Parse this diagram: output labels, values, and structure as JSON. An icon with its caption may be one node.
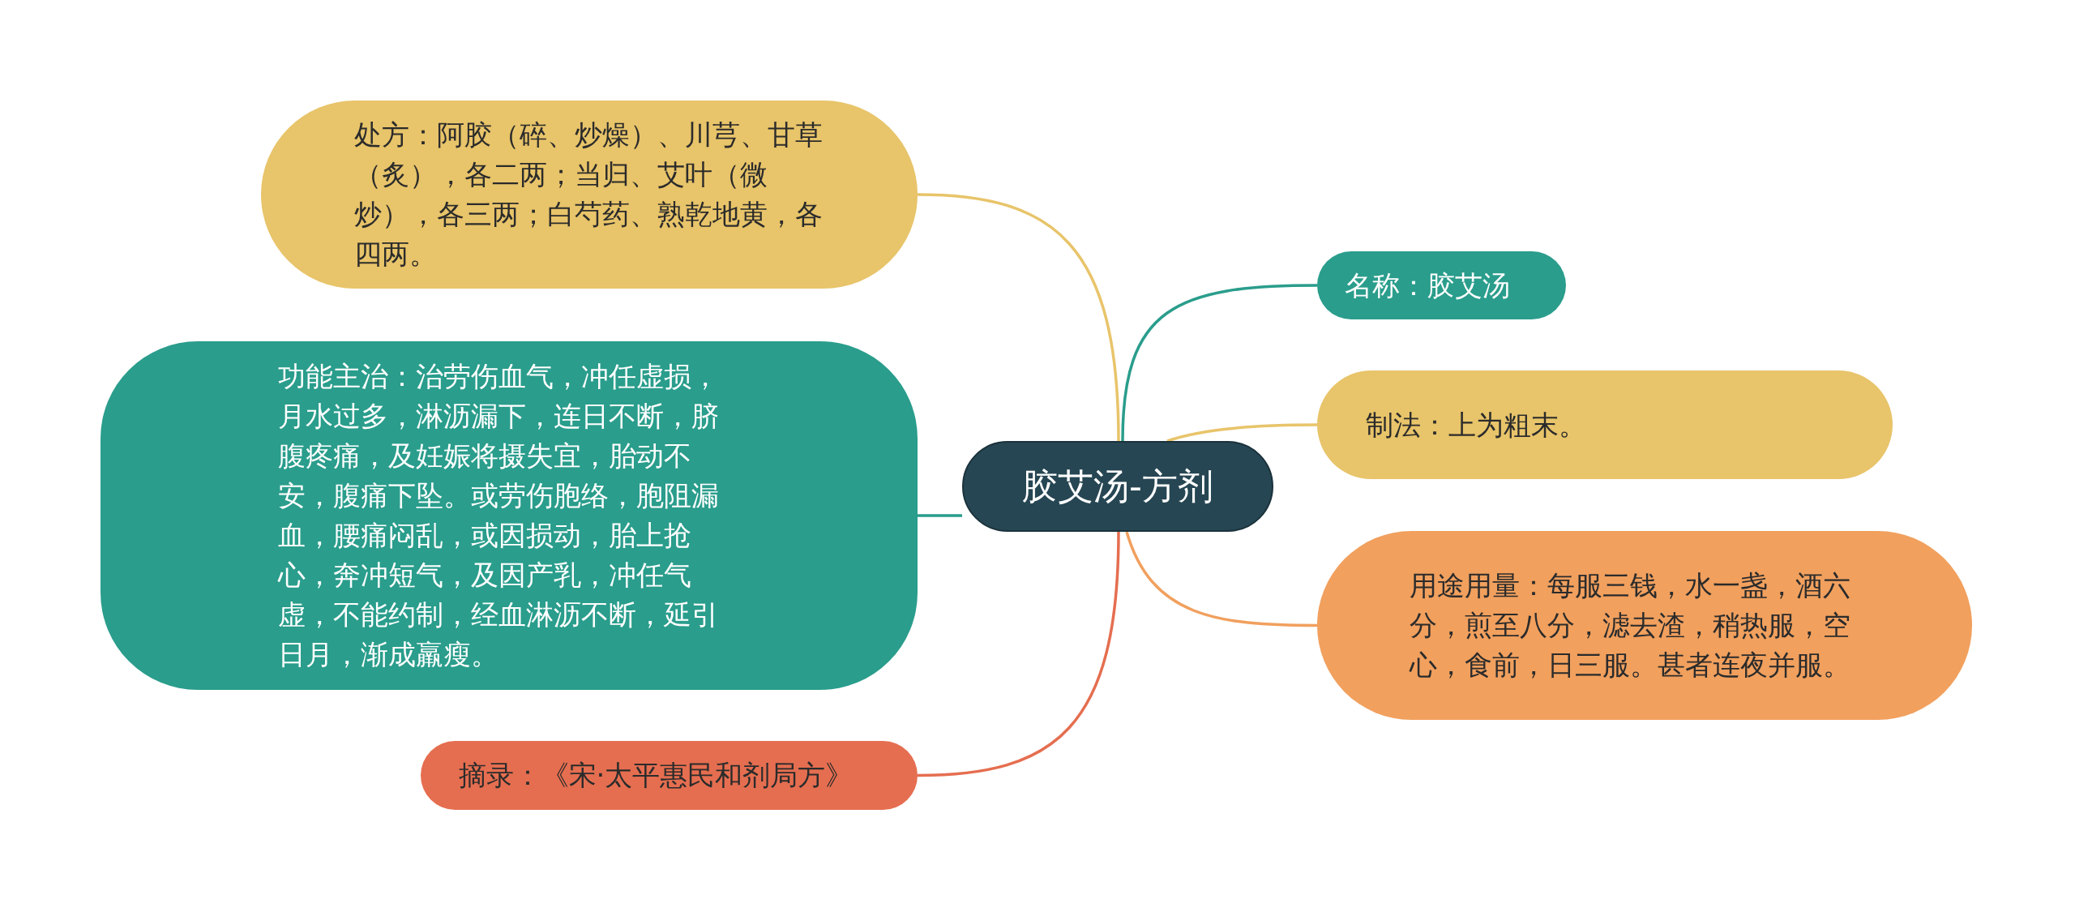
{
  "diagram": {
    "nodes": [
      {
        "text": [
          "胶艾汤-方剂"
        ]
      },
      {
        "text": [
          "处方：阿胶（碎、炒燥）、川芎、甘草（炙），各二两；当归、艾叶（微炒），各三两；白芍药、熟乾地黄，各四两。"
        ]
      },
      {
        "text": [
          "功能主治：治劳伤血气，冲任虚损，月水过多，淋沥漏下，连日不断，脐腹疼痛，及妊娠将摄失宜，胎动不安，腹痛下坠。或劳伤胞络，胞阻漏血，腰痛闷乱，或因损动，胎上抢心，奔冲短气，及因产乳，冲任气虚，不能约制，经血淋沥不断，延引日月，渐成羸瘦。"
        ]
      },
      {
        "text": [
          "摘录：《宋·太平惠民和剂局方》"
        ]
      },
      {
        "text": [
          "名称：胶艾汤"
        ]
      },
      {
        "text": [
          "制法：上为粗末。"
        ]
      },
      {
        "text": [
          "用途用量：每服三钱，水一盏，酒六分，煎至八分，滤去渣，稍热服，空心，食前，日三服。甚者连夜并服。"
        ]
      }
    ],
    "edges": [
      {
        "from": 0,
        "to": 1,
        "arrow": "none",
        "color": "#e8c46a"
      },
      {
        "from": 0,
        "to": 2,
        "arrow": "none",
        "color": "#2a9d8c"
      },
      {
        "from": 0,
        "to": 3,
        "arrow": "none",
        "color": "#e56e50"
      },
      {
        "from": 0,
        "to": 4,
        "arrow": "none",
        "color": "#2a9d8c"
      },
      {
        "from": 0,
        "to": 5,
        "arrow": "none",
        "color": "#e8c46a"
      },
      {
        "from": 0,
        "to": 6,
        "arrow": "none",
        "color": "#f1a05e"
      }
    ]
  }
}
